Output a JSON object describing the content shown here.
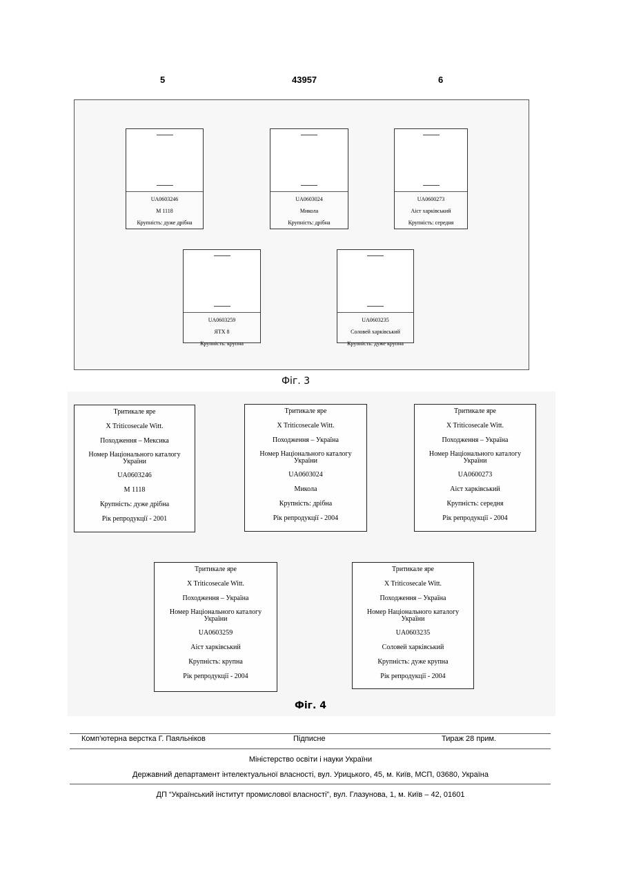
{
  "page_header": {
    "left_page": "5",
    "patent_number": "43957",
    "right_page": "6"
  },
  "fig3": {
    "caption": "Фіг. 3",
    "cards": [
      {
        "code": "UA0603246",
        "variety": "M 1118",
        "size": "Крупність: дуже дрібна"
      },
      {
        "code": "UA0603024",
        "variety": "Микола",
        "size": "Крупність: дрібна"
      },
      {
        "code": "UA0600273",
        "variety": "Аіст харківський",
        "size": "Крупність: середня"
      },
      {
        "code": "UA0603259",
        "variety": "ЯТХ 8",
        "size": "Крупність: крупна"
      },
      {
        "code": "UA0603235",
        "variety": "Соловей харківський",
        "size": "Крупність: дуже крупна"
      }
    ]
  },
  "fig4": {
    "caption": "Фіг. 4",
    "labels": [
      {
        "crop": "Тритикале яре",
        "species": "X Triticosecale Witt.",
        "origin": "Походження – Мексика",
        "catalog": "Номер Національного каталогу України",
        "code": "UA0603246",
        "variety": "M 1118",
        "size": "Крупність: дуже дрібна",
        "year": "Рік репродукції - 2001"
      },
      {
        "crop": "Тритикале яре",
        "species": "X Triticosecale Witt.",
        "origin": "Походження – Україна",
        "catalog": "Номер Національного каталогу України",
        "code": "UA0603024",
        "variety": "Микола",
        "size": "Крупність: дрібна",
        "year": "Рік репродукції - 2004"
      },
      {
        "crop": "Тритикале яре",
        "species": "X Triticosecale Witt.",
        "origin": "Походження – Україна",
        "catalog": "Номер Національного каталогу України",
        "code": "UA0600273",
        "variety": "Аіст харківський",
        "size": "Крупність: середня",
        "year": "Рік репродукції - 2004"
      },
      {
        "crop": "Тритикале яре",
        "species": "X Triticosecale Witt.",
        "origin": "Походження – Україна",
        "catalog": "Номер Національного каталогу України",
        "code": "UA0603259",
        "variety": "Аіст харківський",
        "size": "Крупність: крупна",
        "year": "Рік репродукції - 2004"
      },
      {
        "crop": "Тритикале яре",
        "species": "X Triticosecale Witt.",
        "origin": "Походження – Україна",
        "catalog": "Номер Національного каталогу України",
        "code": "UA0603235",
        "variety": "Соловей харківський",
        "size": "Крупність: дуже крупна",
        "year": "Рік репродукції - 2004"
      }
    ]
  },
  "footer": {
    "layout": "Комп’ютерна верстка Г. Паяльніков",
    "signed": "Підписне",
    "circulation": "Тираж 28 прим.",
    "ministry": "Міністерство освіти і науки України",
    "department": "Державний департамент інтелектуальної власності, вул. Урицького, 45, м. Київ, МСП, 03680, Україна",
    "institute": "ДП “Український інститут промислової власності”, вул. Глазунова, 1, м. Київ – 42, 01601"
  }
}
